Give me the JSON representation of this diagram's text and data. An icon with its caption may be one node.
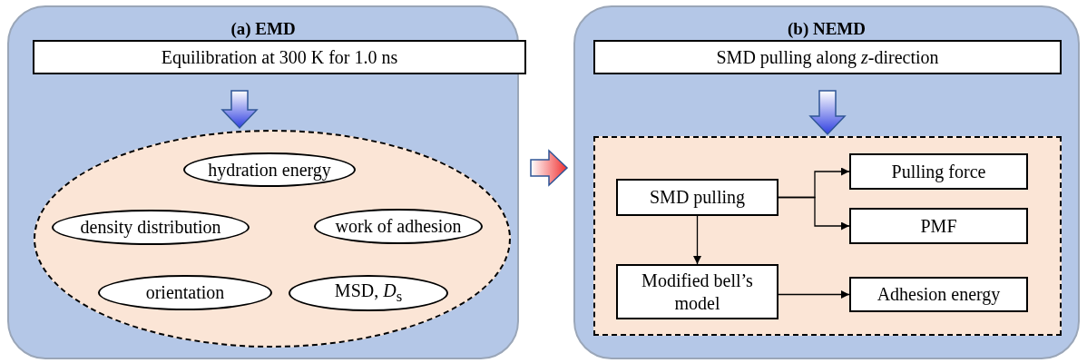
{
  "diagram": {
    "nodes": [
      {
        "text": [
          "(a) EMD"
        ]
      },
      {
        "text": [
          "Equilibration at 300 K for 1.0 ns"
        ],
        "in": 0
      },
      {
        "text": [],
        "shape": "ellipse",
        "in": 0
      },
      {
        "text": [
          "hydration energy"
        ],
        "in": 2
      },
      {
        "text": [
          "density distribution"
        ],
        "in": 2
      },
      {
        "text": [
          "work of adhesion"
        ],
        "in": 2
      },
      {
        "text": [
          "orientation"
        ],
        "in": 2
      },
      {
        "text": [
          "MSD, *D*$_{s}$"
        ],
        "in": 2
      },
      {
        "text": [
          "(b) NEMD"
        ]
      },
      {
        "text": [
          "SMD pulling along *z*-direction"
        ],
        "in": 8
      },
      {
        "text": [],
        "shape": "box",
        "in": 8
      },
      {
        "text": [
          "SMD pulling"
        ],
        "in": 10
      },
      {
        "text": [
          "Pulling force"
        ],
        "in": 10
      },
      {
        "text": [
          "PMF"
        ],
        "in": 10
      },
      {
        "text": [
          "Modified bell’s model"
        ],
        "in": 10
      },
      {
        "text": [
          "Adhesion energy"
        ],
        "in": 10
      }
    ],
    "edges": [
      {
        "from": 1,
        "to": 2,
        "arrow": "to",
        "style": "thick",
        "color": "#2f3fe0"
      },
      {
        "from": 0,
        "to": 8,
        "arrow": "to",
        "style": "thick",
        "color": "#f03030"
      },
      {
        "from": 9,
        "to": 10,
        "arrow": "to",
        "style": "thick",
        "color": "#2f3fe0"
      },
      {
        "from": 11,
        "to": 12,
        "arrow": "to"
      },
      {
        "from": 11,
        "to": 13,
        "arrow": "to"
      },
      {
        "from": 11,
        "to": 14,
        "arrow": "to"
      },
      {
        "from": 14,
        "to": 15,
        "arrow": "to"
      }
    ]
  }
}
